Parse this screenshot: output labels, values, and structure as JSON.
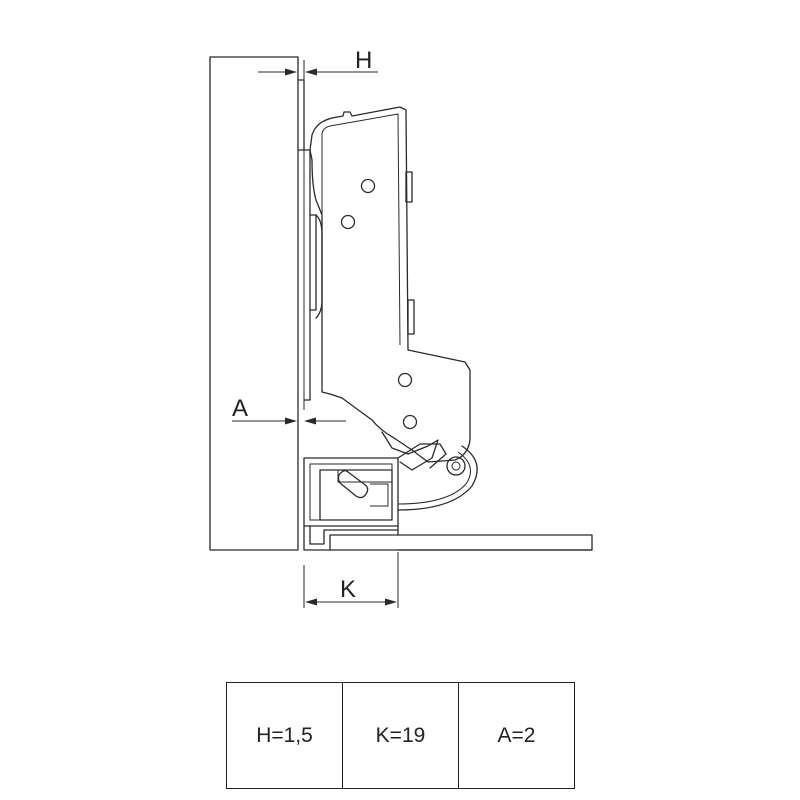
{
  "diagram": {
    "dimension_labels": {
      "h": "H",
      "a": "A",
      "k": "K"
    }
  },
  "spec_table": {
    "cells": [
      "H=1,5",
      "K=19",
      "A=2"
    ]
  }
}
